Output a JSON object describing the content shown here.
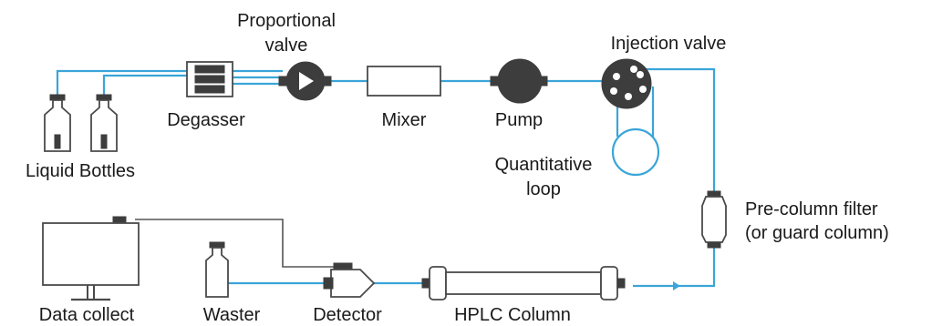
{
  "labels": {
    "proportional_valve_line1": "Proportional",
    "proportional_valve_line2": "valve",
    "injection_valve": "Injection valve",
    "degasser": "Degasser",
    "mixer": "Mixer",
    "pump": "Pump",
    "liquid_bottles": "Liquid Bottles",
    "quantitative_loop_line1": "Quantitative",
    "quantitative_loop_line2": "loop",
    "pre_column_filter_line1": "Pre-column filter",
    "pre_column_filter_line2": "(or guard column)",
    "data_collect": "Data collect",
    "waster": "Waster",
    "detector": "Detector",
    "hplc_column": "HPLC Column"
  },
  "colors": {
    "flow_line": "#3aa5d8",
    "signal_line": "#555555",
    "device_outline": "#4a4a4a",
    "device_fill": "#3d3d3d"
  }
}
